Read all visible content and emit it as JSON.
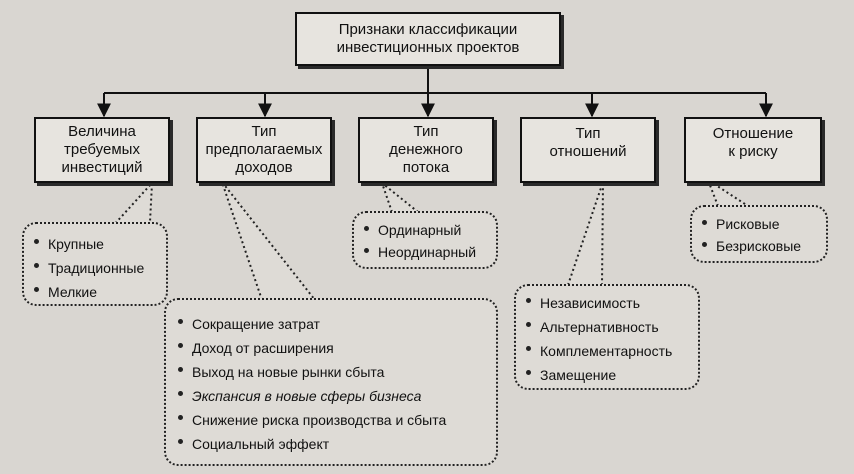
{
  "root": {
    "lines": [
      "Признаки классификации",
      "инвестиционных проектов"
    ]
  },
  "categories": [
    {
      "id": "investment-size",
      "lines": [
        "Величина",
        "требуемых",
        "инвестиций"
      ],
      "items": [
        "Крупные",
        "Традиционные",
        "Мелкие"
      ]
    },
    {
      "id": "income-type",
      "lines": [
        "Тип",
        "предполагаемых",
        "доходов"
      ],
      "items": [
        "Сокращение затрат",
        "Доход от расширения",
        "Выход на новые рынки сбыта",
        "Экспансия в новые сферы бизнеса",
        "Снижение риска производства и сбыта",
        "Социальный эффект"
      ]
    },
    {
      "id": "cash-flow-type",
      "lines": [
        "Тип",
        "денежного",
        "потока"
      ],
      "items": [
        "Ординарный",
        "Неординарный"
      ]
    },
    {
      "id": "relation-type",
      "lines": [
        "Тип",
        "отношений"
      ],
      "items": [
        "Независимость",
        "Альтернативность",
        "Комплементарность",
        "Замещение"
      ]
    },
    {
      "id": "risk-attitude",
      "lines": [
        "Отношение",
        "к риску"
      ],
      "items": [
        "Рисковые",
        "Безрисковые"
      ]
    }
  ]
}
